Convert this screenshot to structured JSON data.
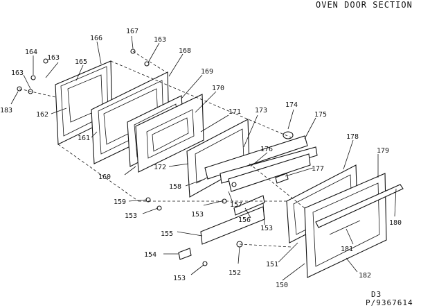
{
  "title": "OVEN DOOR SECTION",
  "footer": {
    "code": "D3",
    "part_no": "P/9367614"
  },
  "callouts": {
    "c150": "150",
    "c151": "151",
    "c152": "152",
    "c153a": "153",
    "c153b": "153",
    "c153c": "153",
    "c153d": "153",
    "c154": "154",
    "c155": "155",
    "c156": "156",
    "c157": "157",
    "c158": "158",
    "c159": "159",
    "c160": "160",
    "c161": "161",
    "c162": "162",
    "c163a": "163",
    "c163b": "163",
    "c163c": "163",
    "c164": "164",
    "c165": "165",
    "c166": "166",
    "c167": "167",
    "c168": "168",
    "c169": "169",
    "c170": "170",
    "c171": "171",
    "c172": "172",
    "c173": "173",
    "c174": "174",
    "c175": "175",
    "c176": "176",
    "c177": "177",
    "c178": "178",
    "c179": "179",
    "c180": "180",
    "c181": "181",
    "c182": "182",
    "c183": "183"
  }
}
